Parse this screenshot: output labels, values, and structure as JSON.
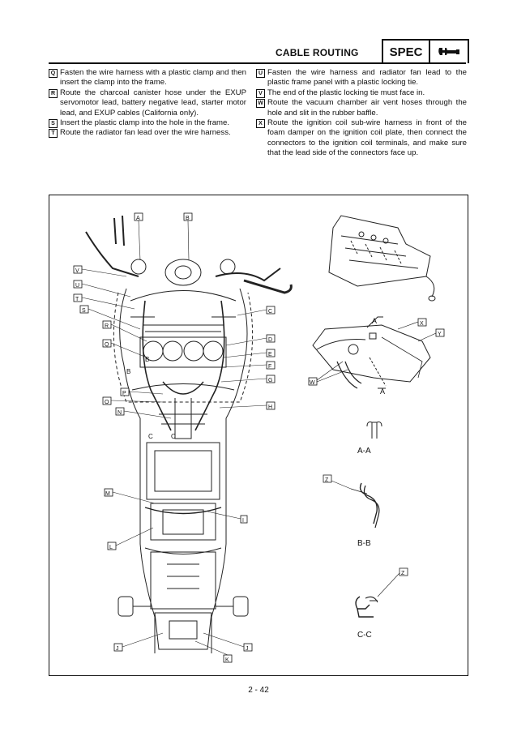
{
  "header": {
    "title": "CABLE ROUTING",
    "spec_label": "SPEC",
    "tool_icon": "wrench-icon"
  },
  "left_items": [
    {
      "key": "Q",
      "text": "Fasten the wire harness with a plastic clamp and then insert the clamp into the frame."
    },
    {
      "key": "R",
      "text": "Route the charcoal canister hose under the EXUP servomotor lead, battery negative lead, starter motor lead, and EXUP cables (California only)."
    },
    {
      "key": "S",
      "text": "Insert the plastic clamp into the hole in the frame."
    },
    {
      "key": "T",
      "text": "Route the radiator fan lead over the wire harness."
    }
  ],
  "right_items": [
    {
      "key": "U",
      "text": "Fasten the wire harness and radiator fan lead to the plastic frame panel with a plastic locking tie."
    },
    {
      "key": "V",
      "text": "The end of the plastic locking tie must face in."
    },
    {
      "key": "W",
      "text": "Route the vacuum chamber air vent hoses through the hole and slit in the rubber baffle."
    },
    {
      "key": "X",
      "text": "Route the ignition coil sub-wire harness in front of the foam damper on the ignition coil plate, then connect the connectors to the ignition coil terminals, and make sure that the lead side of the connectors face up."
    }
  ],
  "figure": {
    "callouts": {
      "A": "A",
      "B": "B",
      "C": "C",
      "D": "D",
      "E": "E",
      "F": "F",
      "G": "G",
      "H": "H",
      "I": "I",
      "J": "J",
      "K": "K",
      "L": "L",
      "M": "M",
      "N": "N",
      "O": "O",
      "P": "P",
      "Q": "Q",
      "R": "R",
      "S": "S",
      "T": "T",
      "U": "U",
      "V": "V",
      "W": "W",
      "X": "X",
      "Y": "Y",
      "Z": "Z"
    },
    "section_labels": {
      "aa": "A-A",
      "bb": "B-B",
      "cc": "C-C"
    }
  },
  "page_number": "2 - 42"
}
